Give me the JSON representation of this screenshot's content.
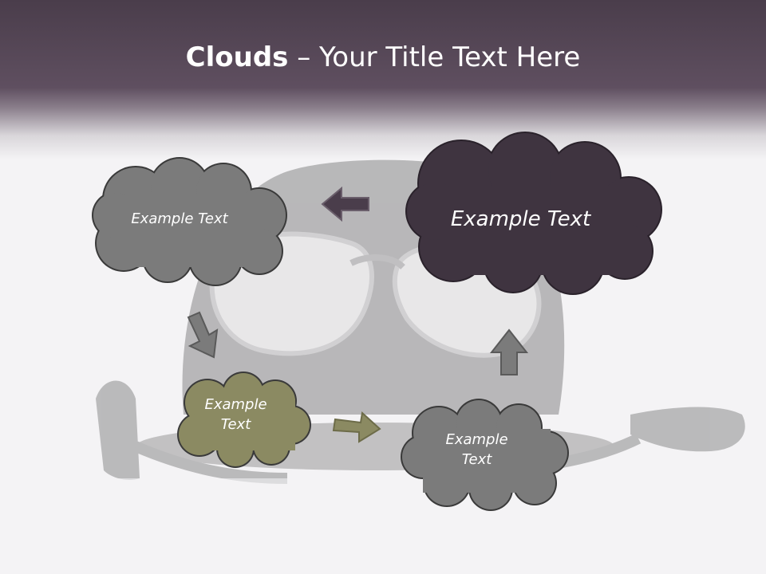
{
  "slide": {
    "title_bold": "Clouds",
    "title_dash": " – ",
    "title_rest": "Your Title Text Here"
  },
  "clouds": [
    {
      "label": "Example Text",
      "fill": "#7b7b7b",
      "text_color": "#ffffff"
    },
    {
      "label": "Example Text",
      "fill": "#3f3440",
      "text_color": "#ffffff"
    },
    {
      "label": "Example Text",
      "fill": "#8b8a62",
      "text_color": "#ffffff"
    },
    {
      "label": "Example Text",
      "fill": "#7b7b7b",
      "text_color": "#ffffff"
    }
  ],
  "colors": {
    "header": "#5f4f60",
    "arrow_purple": "#4a3d4b",
    "arrow_gray": "#7b7b7b",
    "arrow_olive": "#8b8a62",
    "outline": "#3a3a3a"
  },
  "background": {
    "image": "helmet-with-goggles"
  }
}
